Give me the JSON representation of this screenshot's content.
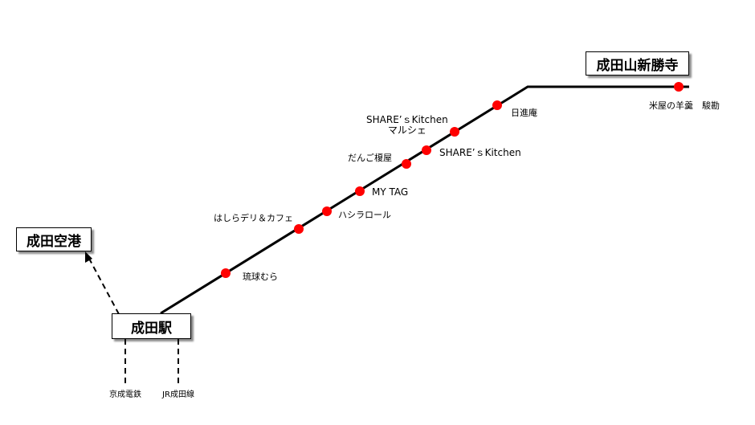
{
  "places": {
    "airport": "成田空港",
    "station": "成田駅",
    "temple": "成田山新勝寺"
  },
  "shops": [
    {
      "id": "ryukyu",
      "name": "琉球むら"
    },
    {
      "id": "hashira-deli",
      "name": "はしらデリ＆カフェ"
    },
    {
      "id": "hashira-roll",
      "name": "ハシラロール"
    },
    {
      "id": "mytag",
      "name": "MY TAG"
    },
    {
      "id": "dango",
      "name": "だんご榎屋"
    },
    {
      "id": "share-kitchen",
      "name": "SHARE’ｓKitchen"
    },
    {
      "id": "share-marche",
      "name_line1": "SHARE’ｓKitchen",
      "name_line2": "マルシェ"
    },
    {
      "id": "nisshinan",
      "name": "日進庵"
    },
    {
      "id": "komeya",
      "name": "米屋の羊羹　駿勘"
    }
  ],
  "rail_lines": {
    "keisei": "京成電鉄",
    "jr": "JR成田線"
  },
  "colors": {
    "route": "#000000",
    "shop_marker": "#ff0000"
  }
}
